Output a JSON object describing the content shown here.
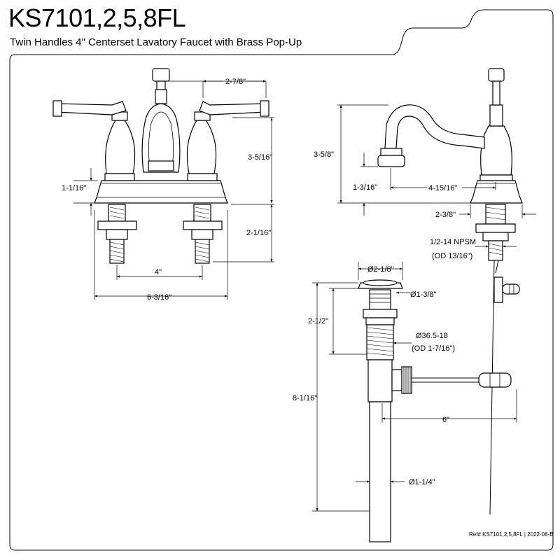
{
  "header": {
    "title": "KS7101,2,5,8FL",
    "subtitle": "Twin Handles 4\" Centerset Lavatory Faucet with Brass Pop-Up"
  },
  "front_view": {
    "dim_spout_offset": "2-7/8\"",
    "dim_body_height": "3-5/16\"",
    "dim_base_height": "1-1/16\"",
    "dim_shank_length": "2-1/16\"",
    "dim_center": "4\"",
    "dim_overall_width": "6-3/16\""
  },
  "side_view": {
    "dim_height": "3-5/8\"",
    "dim_spout_height": "1-3/16\"",
    "dim_spout_reach": "4-15/16\"",
    "dim_base_depth": "2-3/8\"",
    "thread_spec": "1/2-14 NPSM",
    "thread_od": "(OD 13/16\")"
  },
  "popup_view": {
    "dim_cap_diameter": "Ø2-1/8\"",
    "dim_stopper_diameter": "Ø1-3/8\"",
    "dim_flange_height": "2-1/2\"",
    "dim_thread": "Ø36.5-18",
    "dim_thread_od": "(OD 1-7/16\")",
    "dim_total_length": "8-1/16\"",
    "dim_rod_length": "6\"",
    "dim_tail_diameter": "Ø1-1/4\""
  },
  "footer": {
    "ref": "Ref# KS7101,2,5,8FL | 2022-06-B"
  }
}
